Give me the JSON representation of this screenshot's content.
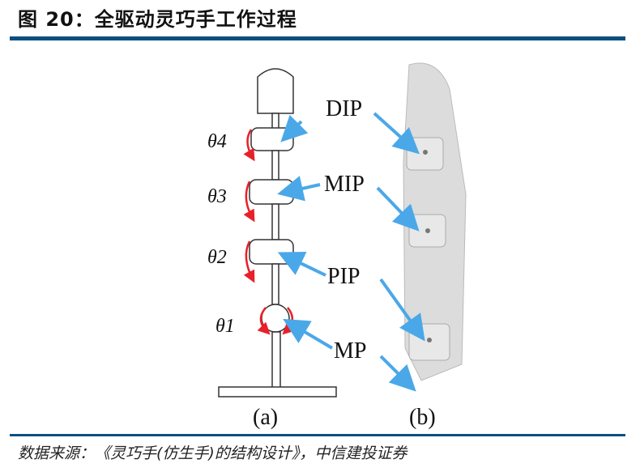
{
  "title": "图 20：全驱动灵巧手工作过程",
  "figure": {
    "joint_labels": [
      "DIP",
      "MIP",
      "PIP",
      "MP"
    ],
    "angles": [
      "θ4",
      "θ3",
      "θ2",
      "θ1"
    ],
    "panel_a": "(a)",
    "panel_b": "(b)",
    "colors": {
      "arrow": "#4aa8e8",
      "rotation": "#e8202a",
      "rule": "#0b4f80"
    }
  },
  "source": "数据来源：《灵巧手(仿生手)的结构设计》，中信建投证券"
}
